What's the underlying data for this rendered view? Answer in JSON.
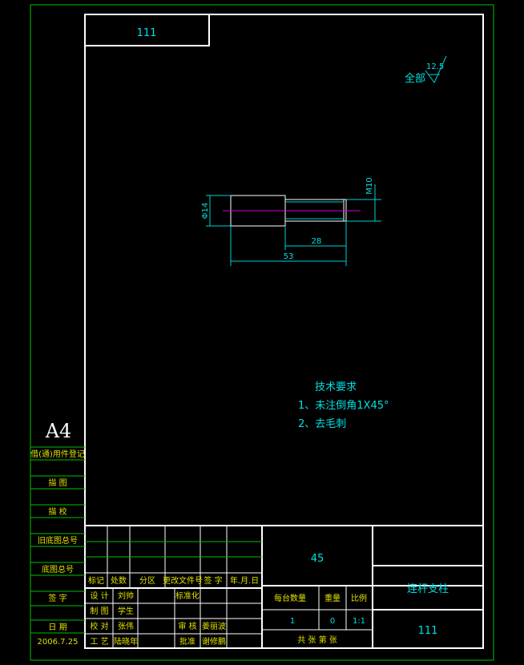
{
  "sheet": {
    "code_box": "111",
    "format": "A4",
    "roughness_prefix": "全部",
    "roughness_value": "12.5"
  },
  "part": {
    "dim_diameter": "Φ14",
    "dim_thread": "M10",
    "dim_thread_length": "28",
    "dim_total_length": "53"
  },
  "tech_req": {
    "title": "技术要求",
    "items": [
      "1、未注倒角1X45°",
      "2、去毛刺"
    ]
  },
  "left_strip": {
    "labels": [
      "借(通)用件登记",
      "描  图",
      "描  校",
      "旧底图总号",
      "底图总号",
      "签  字",
      "日  期"
    ],
    "date": "2006.7.25"
  },
  "title_block": {
    "rev_headers": [
      "标记",
      "处数",
      "分区",
      "更改文件号",
      "签  字",
      "年.月.日"
    ],
    "design_label": "设 计",
    "design_name": "刘帅",
    "std_label": "标准化",
    "draw_label": "制 图",
    "draw_name": "学生",
    "check_label": "校 对",
    "check_name": "张伟",
    "review_label": "审 核",
    "review_name": "姜丽波",
    "process_label": "工 艺",
    "process_name": "陆晓年",
    "approve_label": "批准",
    "approve_name": "谢修鹏",
    "material": "45",
    "part_name": "连杆支柱",
    "drawing_no": "111",
    "col_qty": "每台数量",
    "col_weight": "重量",
    "col_scale": "比例",
    "qty": "1",
    "weight": "0",
    "scale": "1:1",
    "sheets": "共  张  第  张"
  }
}
